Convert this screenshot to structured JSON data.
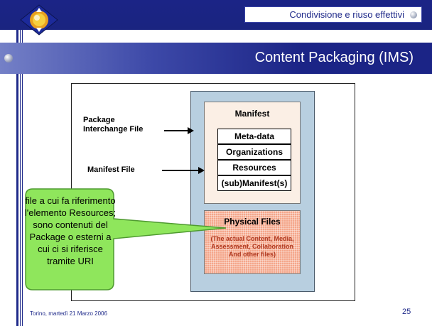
{
  "header": {
    "section_label": "Condivisione e riuso effettivi"
  },
  "slide": {
    "title": "Content Packaging (IMS)"
  },
  "diagram": {
    "package_label": "Package\nInterchange File",
    "manifest_file_label": "Manifest File",
    "manifest_title": "Manifest",
    "manifest_rows": [
      "Meta-data",
      "Organizations",
      "Resources",
      "(sub)Manifest(s)"
    ],
    "physical_title": "Physical Files",
    "physical_desc": "(The actual Content, Media, Assessment, Collaboration And other files)"
  },
  "callout": {
    "text": "file a cui fa riferimento l'elemento Resources; sono contenuti del Package o esterni a cui ci si riferisce tramite URI",
    "fill": "#8fe65c"
  },
  "footer": {
    "date": "Torino, martedì 21 Marzo 2006",
    "page_number": "25"
  },
  "colors": {
    "navy": "#1b2486",
    "package_blue": "#b8cfe0",
    "manifest_bg": "#fbefe5",
    "physical_bg": "#f4a68a"
  }
}
